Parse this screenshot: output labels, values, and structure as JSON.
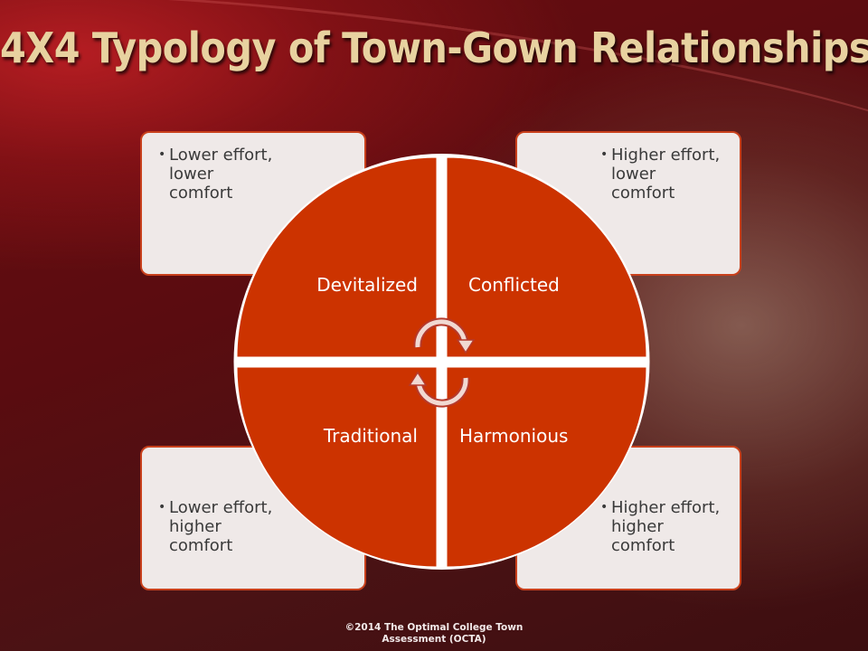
{
  "slide": {
    "title": "4X4 Typology of Town-Gown Relationships",
    "footer_line1": "©2014 The Optimal College Town",
    "footer_line2": "Assessment (OCTA)"
  },
  "cards": {
    "top_left": {
      "line1": "Lower effort,",
      "line2": "lower",
      "line3": "comfort"
    },
    "top_right": {
      "line1": "Higher effort,",
      "line2": "lower",
      "line3": "comfort"
    },
    "bottom_left": {
      "line1": "Lower effort,",
      "line2": "higher",
      "line3": "comfort"
    },
    "bottom_right": {
      "line1": "Higher effort,",
      "line2": "higher",
      "line3": "comfort"
    }
  },
  "quadrants": {
    "top_left": "Devitalized",
    "top_right": "Conflicted",
    "bottom_left": "Traditional",
    "bottom_right": "Harmonious"
  },
  "colors": {
    "quadrant_fill": "#cc3300",
    "card_fill": "#efe9e8",
    "card_border": "#c8401c",
    "title": "#e8d2a0",
    "arrow": "#f1d9d2"
  },
  "icons": {
    "bullet": "bullet-dot",
    "cycle": "circular-arrows-icon"
  }
}
